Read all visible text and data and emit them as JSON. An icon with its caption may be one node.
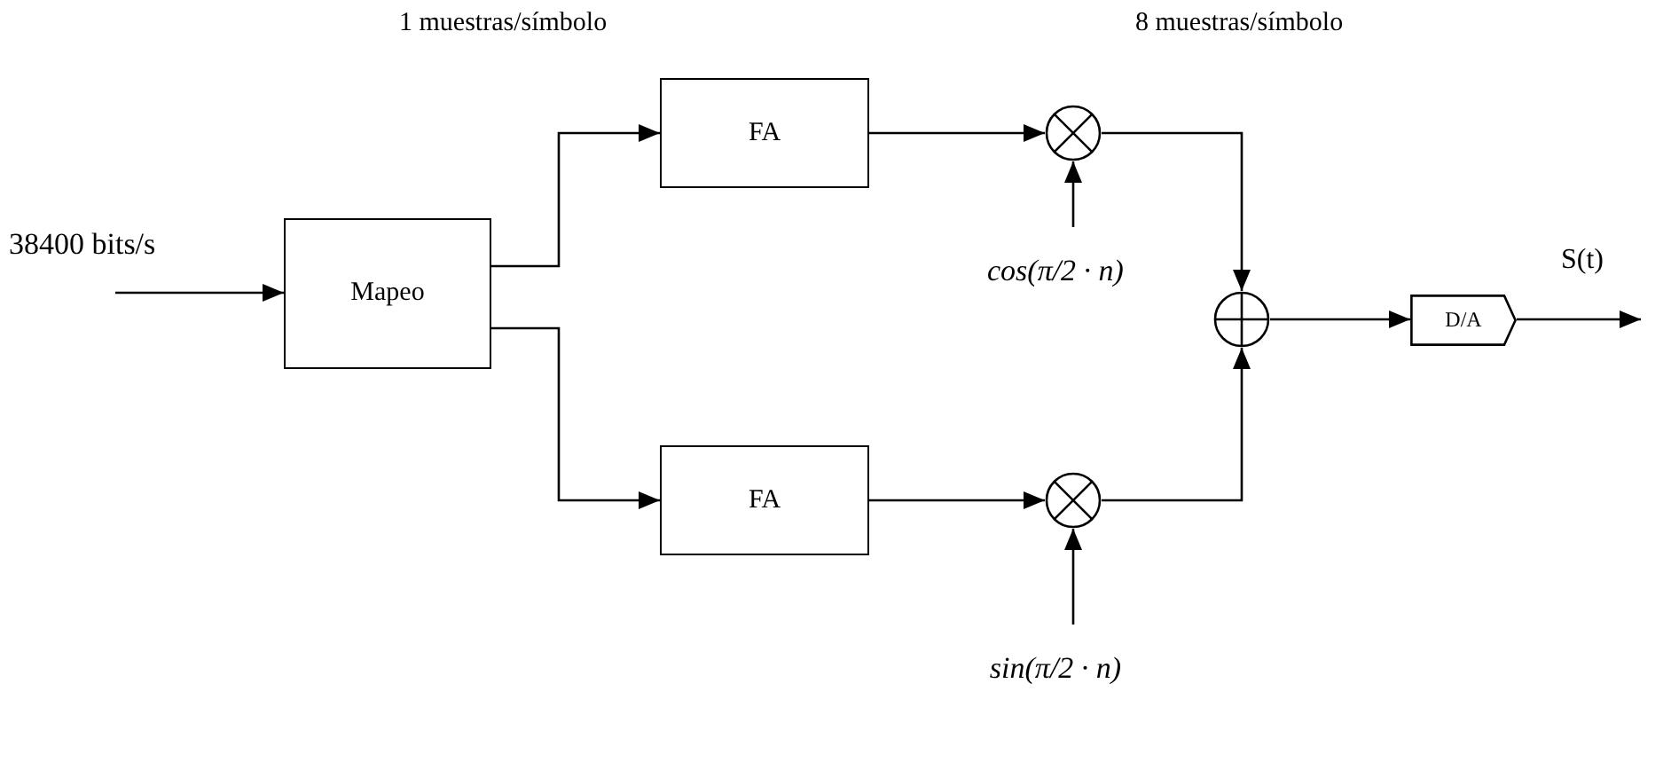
{
  "diagram": {
    "nodes": [
      {
        "text": [
          "Mapeo"
        ]
      },
      {
        "text": [
          "FA"
        ]
      },
      {
        "text": [
          "FA"
        ]
      },
      {
        "text": [],
        "shape": "circle"
      },
      {
        "text": [],
        "shape": "circle"
      },
      {
        "text": [
          "cos(π/2 · n)"
        ]
      },
      {
        "text": [
          "sin(π/2 · n)"
        ]
      },
      {
        "text": [],
        "shape": "circle"
      },
      {
        "text": [
          "D/A"
        ]
      }
    ],
    "edges": [
      {
        "from": null,
        "to": 0,
        "arrow": "to",
        "label": "38400 bits/s"
      },
      {
        "from": 0,
        "to": 1,
        "arrow": "to"
      },
      {
        "from": 0,
        "to": 2,
        "arrow": "to"
      },
      {
        "from": 1,
        "to": 3,
        "arrow": "to"
      },
      {
        "from": 2,
        "to": 4,
        "arrow": "to"
      },
      {
        "from": 5,
        "to": 3,
        "arrow": "to"
      },
      {
        "from": 6,
        "to": 4,
        "arrow": "to"
      },
      {
        "from": 3,
        "to": 7,
        "arrow": "to"
      },
      {
        "from": 4,
        "to": 7,
        "arrow": "to"
      },
      {
        "from": 7,
        "to": 8,
        "arrow": "to"
      },
      {
        "from": 8,
        "to": null,
        "arrow": "to",
        "label": "S(t)"
      }
    ],
    "labels": [
      "1 muestras/símbolo",
      "8 muestras/símbolo"
    ]
  }
}
